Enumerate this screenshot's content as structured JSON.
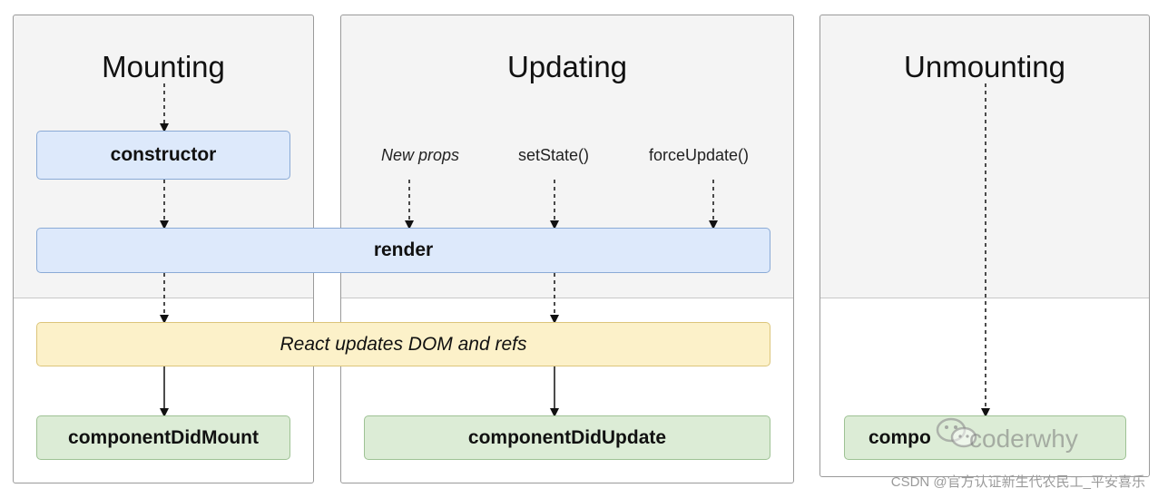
{
  "panels": {
    "mounting": {
      "title": "Mounting"
    },
    "updating": {
      "title": "Updating"
    },
    "unmounting": {
      "title": "Unmounting"
    }
  },
  "boxes": {
    "constructor": "constructor",
    "render": "render",
    "react_updates": "React updates DOM and refs",
    "component_did_mount": "componentDidMount",
    "component_did_update": "componentDidUpdate",
    "component_will_unmount": "compo"
  },
  "triggers": {
    "new_props": "New props",
    "set_state": "setState()",
    "force_update": "forceUpdate()"
  },
  "watermark": {
    "wechat": "coderwhy",
    "csdn": "CSDN @官方认证新生代农民工_平安喜乐"
  },
  "colors": {
    "blue_box": "#dde9fb",
    "yellow_box": "#fcf1c9",
    "green_box": "#dcecd6",
    "panel_bg": "#f4f4f4"
  }
}
